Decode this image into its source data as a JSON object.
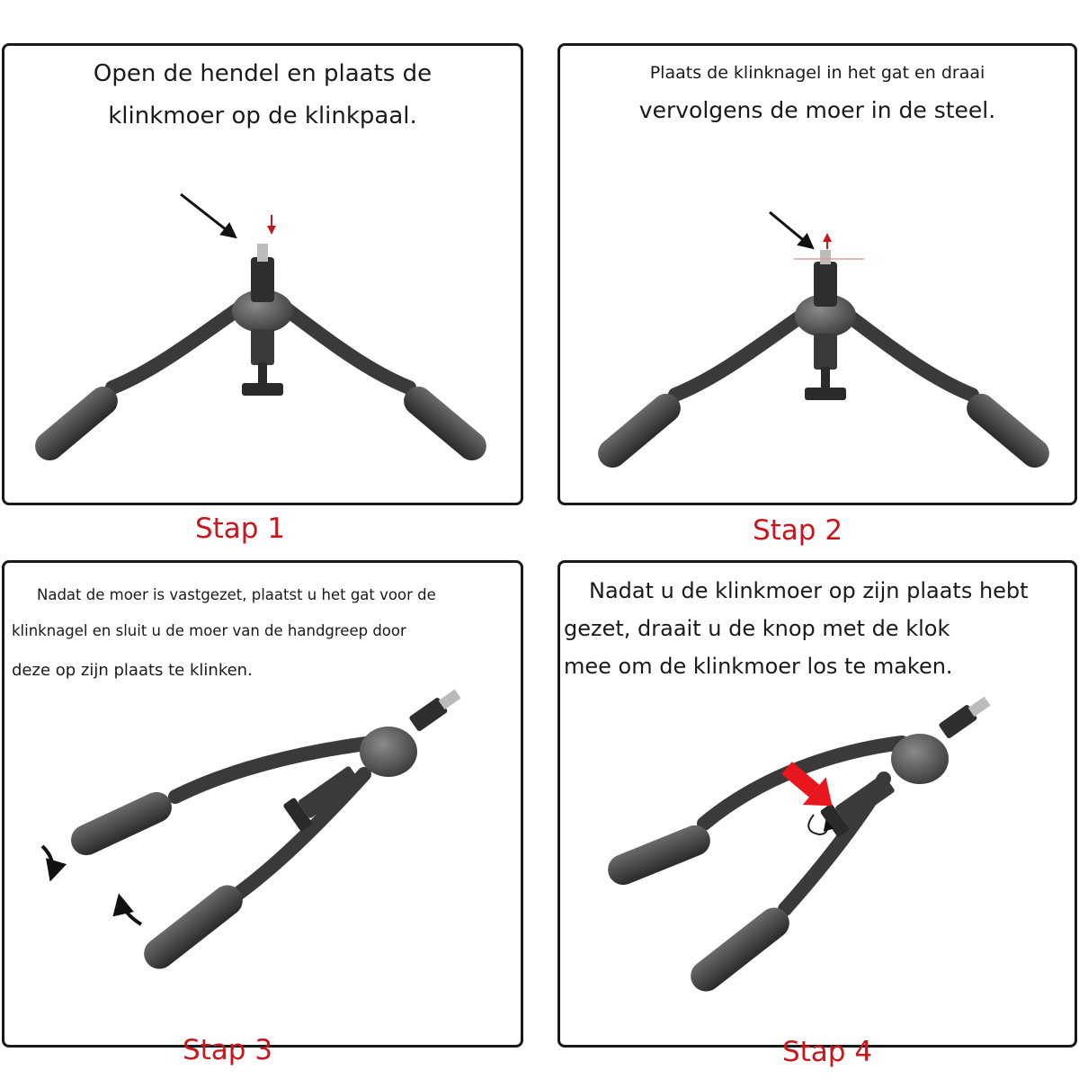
{
  "steps": [
    {
      "label": "Stap 1",
      "text_lines": [
        "Open de hendel en plaats de",
        "klinkmoer op de klinkpaal."
      ]
    },
    {
      "label": "Stap 2",
      "text_lines": [
        "Plaats de klinknagel in het gat en draai",
        "vervolgens de moer in de steel."
      ]
    },
    {
      "label": "Stap 3",
      "text_lines": [
        "Nadat de moer is vastgezet, plaatst u het gat voor de",
        "klinknagel en sluit u de moer van de handgreep door",
        "deze op zijn plaats te klinken."
      ]
    },
    {
      "label": "Stap 4",
      "text_lines": [
        "Nadat u de klinkmoer op zijn plaats hebt",
        "gezet, draait u de knop met de klok",
        "mee om de klinkmoer los te maken."
      ]
    }
  ],
  "colors": {
    "step_label": "#c8161d",
    "arrow_highlight": "#e8161d",
    "tool_body": "#3a3a3a",
    "border": "#1a1a1a"
  },
  "icons": {
    "tool": "rivet-nut-tool-icon",
    "pointer": "pointer-arrow-icon",
    "direction": "direction-arrow-icon",
    "rotate": "rotate-clockwise-icon"
  }
}
